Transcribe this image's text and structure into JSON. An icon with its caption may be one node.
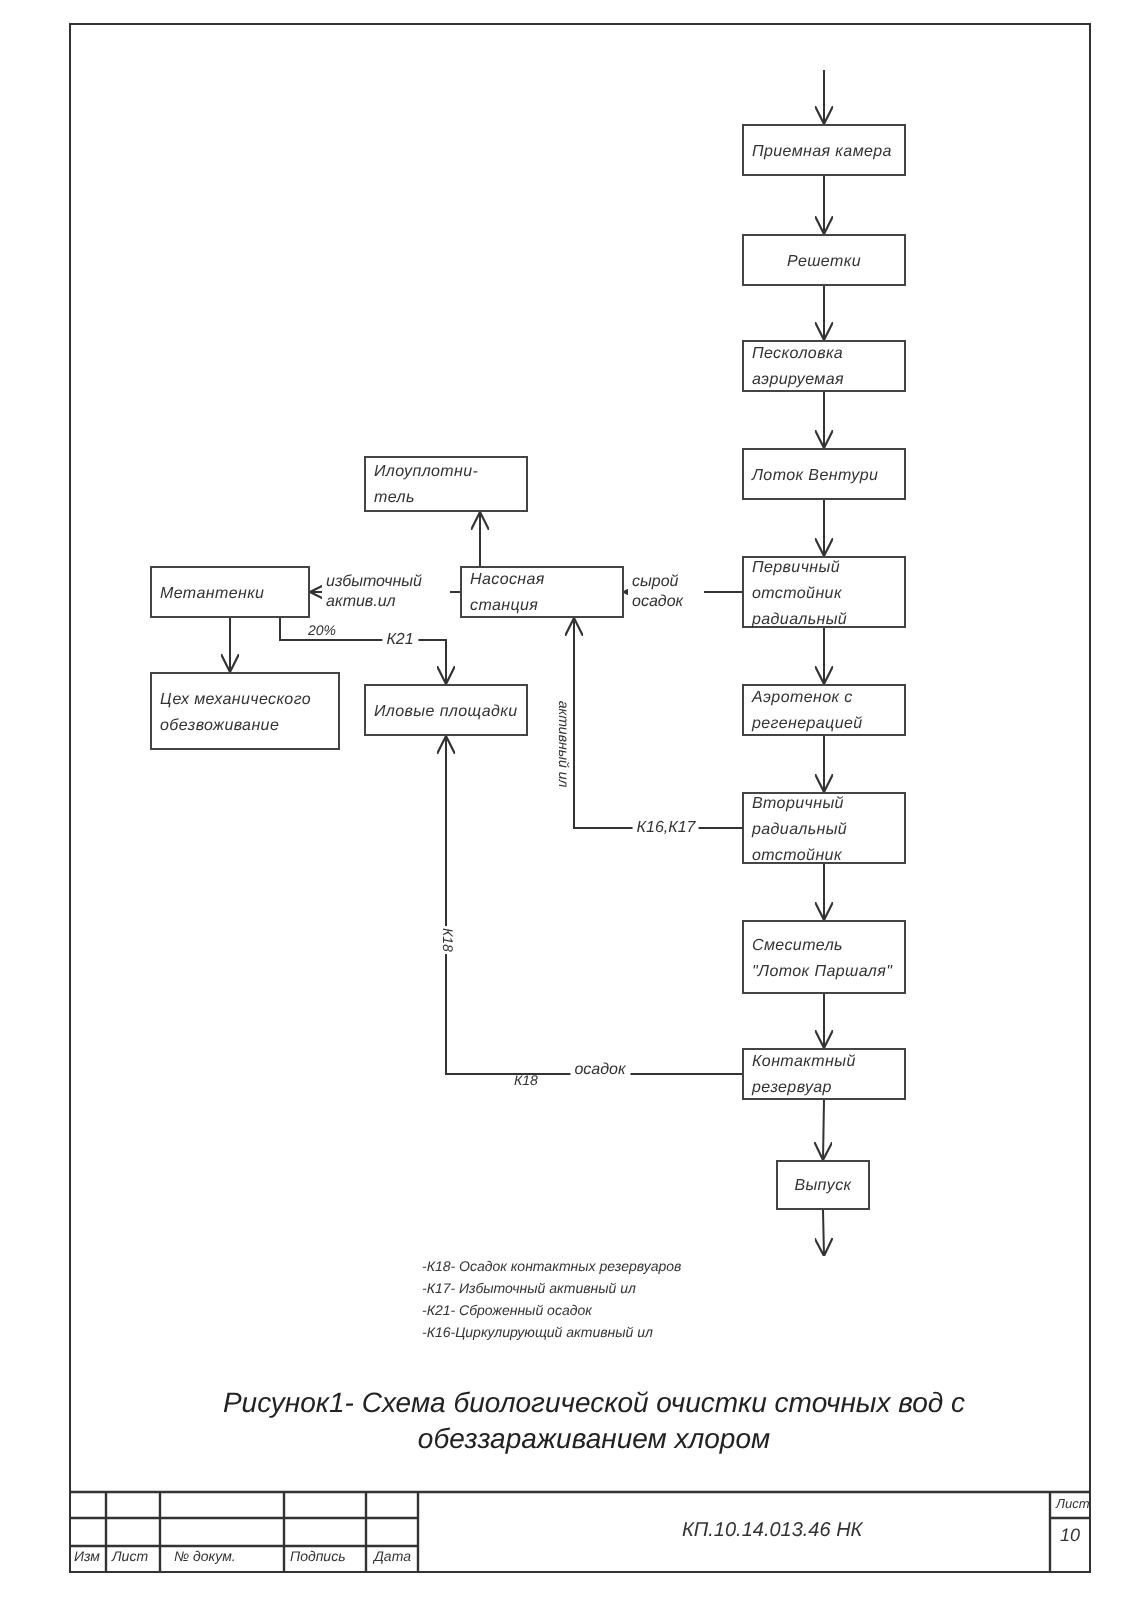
{
  "diagram": {
    "caption": "Рисунок1- Схема биологической очистки сточных вод с обеззараживанием хлором",
    "nodes": [
      {
        "text": [
          "Приемная камера"
        ]
      },
      {
        "text": [
          "Решетки"
        ]
      },
      {
        "text": [
          "Песколовка аэрируемая"
        ]
      },
      {
        "text": [
          "Лоток Вентури"
        ]
      },
      {
        "text": [
          "Первичный отстойник радиальный"
        ]
      },
      {
        "text": [
          "Аэротенок с регенерацией"
        ]
      },
      {
        "text": [
          "Вторичный радиальный отстойник"
        ]
      },
      {
        "text": [
          "Смеситель \"Лоток Паршаля\""
        ]
      },
      {
        "text": [
          "Контактный резервуар"
        ]
      },
      {
        "text": [
          "Выпуск"
        ]
      },
      {
        "text": [
          "Илоуплотни- тель"
        ]
      },
      {
        "text": [
          "Насосная станция"
        ]
      },
      {
        "text": [
          "Метантенки"
        ]
      },
      {
        "text": [
          "Цех механического обезвоживание"
        ]
      },
      {
        "text": [
          "Иловые площадки"
        ]
      }
    ],
    "edges": [
      {
        "from": null,
        "to": 0,
        "arrow": "to"
      },
      {
        "from": 0,
        "to": 1,
        "arrow": "to"
      },
      {
        "from": 1,
        "to": 2,
        "arrow": "to"
      },
      {
        "from": 2,
        "to": 3,
        "arrow": "to"
      },
      {
        "from": 3,
        "to": 4,
        "arrow": "to"
      },
      {
        "from": 4,
        "to": 5,
        "arrow": "to"
      },
      {
        "from": 5,
        "to": 6,
        "arrow": "to"
      },
      {
        "from": 6,
        "to": 7,
        "arrow": "to"
      },
      {
        "from": 7,
        "to": 8,
        "arrow": "to"
      },
      {
        "from": 8,
        "to": 9,
        "arrow": "to"
      },
      {
        "from": 9,
        "to": null,
        "arrow": "to"
      },
      {
        "from": 4,
        "to": 11,
        "arrow": "to",
        "label": "сырой осадок"
      },
      {
        "from": 11,
        "to": 10,
        "arrow": "to"
      },
      {
        "from": 11,
        "to": 12,
        "arrow": "to",
        "label": "избыточный актив.ил"
      },
      {
        "from": 12,
        "to": 13,
        "arrow": "to"
      },
      {
        "from": 12,
        "to": 14,
        "arrow": "to",
        "label": "К21"
      },
      {
        "from": 6,
        "to": 11,
        "arrow": "to",
        "label": "К16,К17"
      },
      {
        "from": 8,
        "to": 14,
        "arrow": "to",
        "label": "осадок"
      }
    ],
    "labels": [
      "20%",
      "активный ил",
      "К18",
      "К18",
      "-К18- Осадок контактных резервуаров",
      "-К17- Избыточный активный ил",
      "-К21- Сброженный осадок",
      "-К16-Циркулирующий активный ил",
      "Лист",
      "Изм",
      "Лист",
      "№ докум.",
      "Подпись",
      "Дата",
      "КП.10.14.013.46 НК",
      "10"
    ]
  }
}
